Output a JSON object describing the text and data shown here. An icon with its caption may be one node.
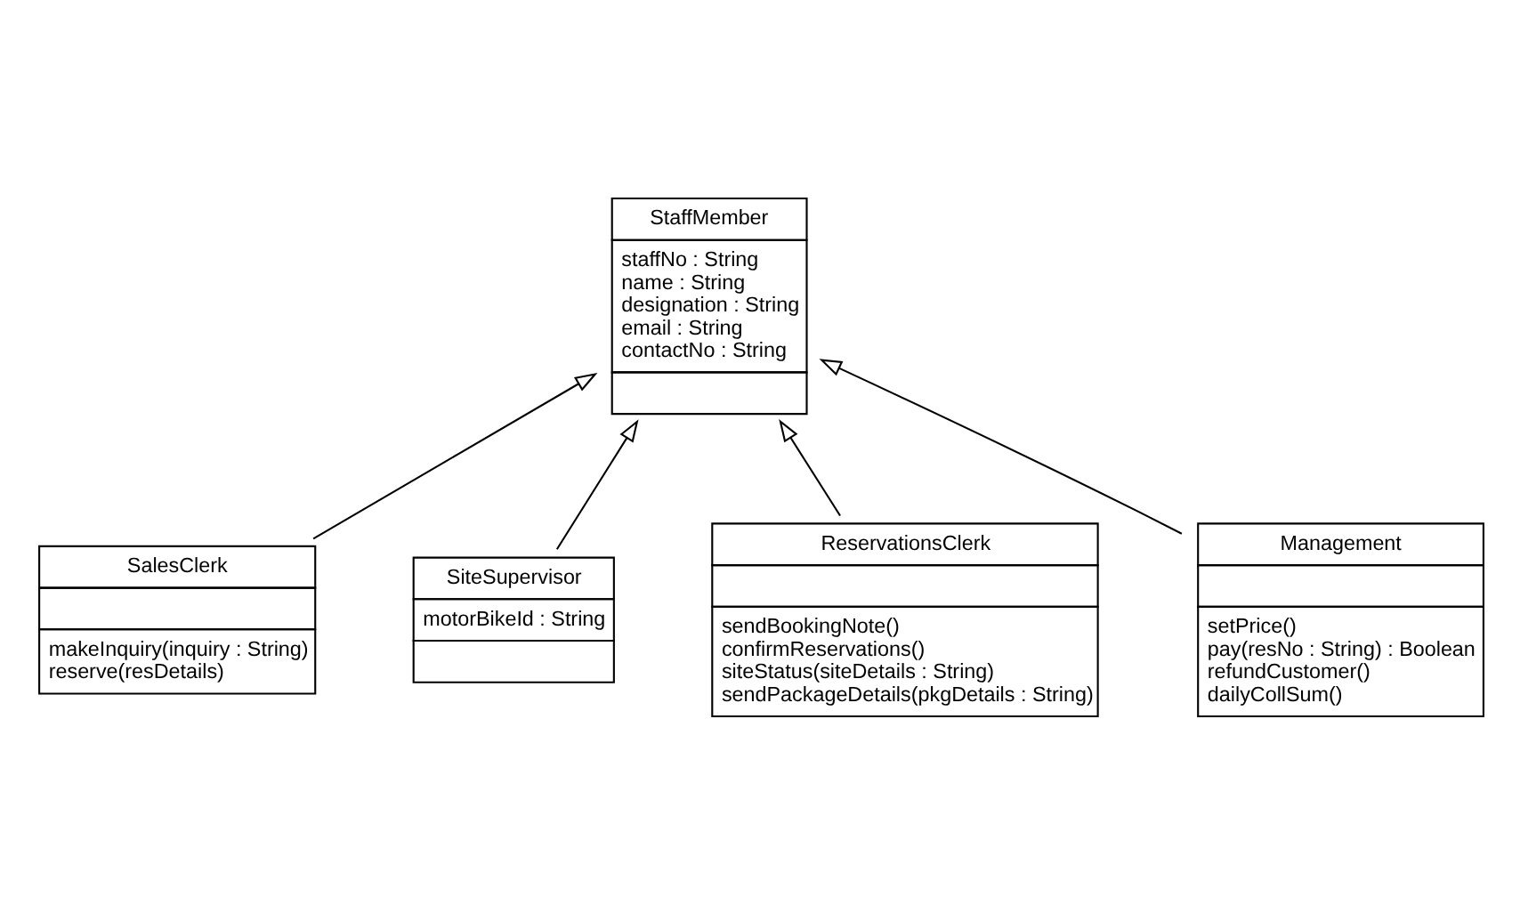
{
  "diagram": {
    "nodes": [
      {
        "text": [
          "StaffMember",
          "staffNo : String",
          "name : String",
          "designation : String",
          "email : String",
          "contactNo : String"
        ]
      },
      {
        "text": [
          "SalesClerk",
          "makeInquiry(inquiry : String)",
          "reserve(resDetails)"
        ]
      },
      {
        "text": [
          "SiteSupervisor",
          "motorBikeId : String"
        ]
      },
      {
        "text": [
          "ReservationsClerk",
          "sendBookingNote()",
          "confirmReservations()",
          "siteStatus(siteDetails : String)",
          "sendPackageDetails(pkgDetails : String)"
        ]
      },
      {
        "text": [
          "Management",
          "setPrice()",
          "pay(resNo : String) : Boolean",
          "refundCustomer()",
          "dailyCollSum()"
        ]
      }
    ],
    "edges": [
      {
        "from": 1,
        "to": 0,
        "arrow": "to"
      },
      {
        "from": 3,
        "to": 0,
        "arrow": "to"
      },
      {
        "from": 4,
        "to": 0,
        "arrow": "to"
      },
      {
        "from": 2,
        "to": 0,
        "arrow": "to"
      }
    ]
  }
}
